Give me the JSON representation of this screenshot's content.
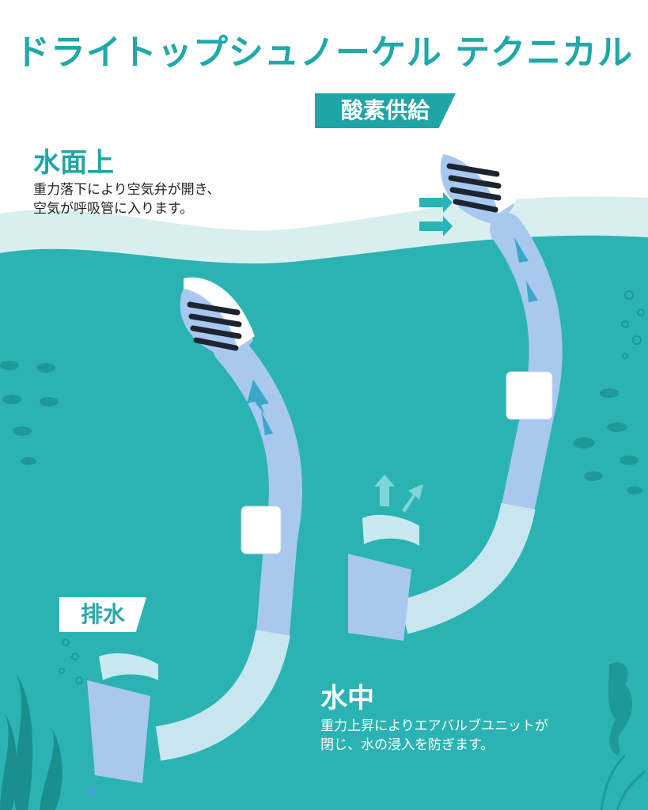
{
  "title": "ドライトップシュノーケル テクニカル",
  "badges": {
    "oxygen": "酸素供給",
    "drain": "排水"
  },
  "surface": {
    "heading": "水面上",
    "desc_line1": "重力落下により空気弁が開き、",
    "desc_line2": "空気が呼吸管に入ります。"
  },
  "underwater": {
    "heading": "水中",
    "desc_line1": "重力上昇によりエアバルブユニットが",
    "desc_line2": "閉じ、水の浸入を防ぎます。"
  },
  "colors": {
    "accent": "#1fa5a6",
    "water": "#2bb3b3",
    "tube": "#a9c8ef",
    "arrow": "#1fa5a6"
  }
}
